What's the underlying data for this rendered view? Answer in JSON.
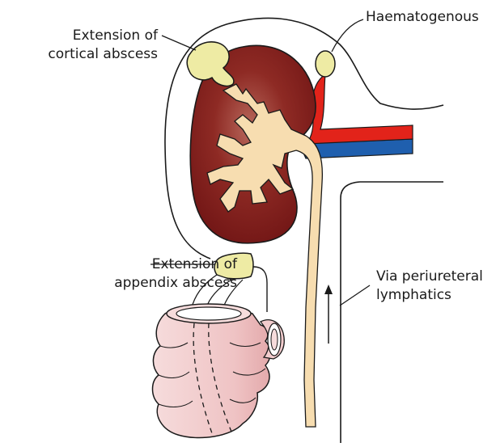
{
  "labels": {
    "cortical_abscess": [
      "Extension of",
      "cortical abscess"
    ],
    "haematogenous": "Haematogenous",
    "appendix_abscess": [
      "Extension of",
      "appendix abscess"
    ],
    "periureteral": [
      "Via periureteral",
      "lymphatics"
    ]
  },
  "colors": {
    "kidney": "#7d1a1a",
    "kidney_highlight": "#b05a4e",
    "collecting_system": "#f7ddb0",
    "abscess": "#eeeba4",
    "artery": "#e2231a",
    "vein": "#1f5fae",
    "bowel": "#f2cccd",
    "outline": "#1a1a1a"
  }
}
